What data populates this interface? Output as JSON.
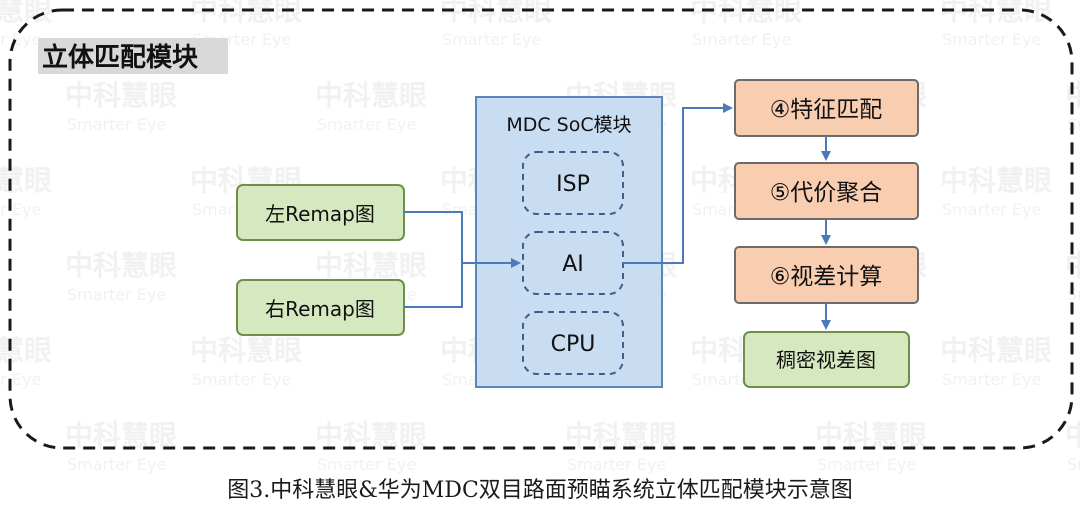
{
  "module_title": "立体匹配模块",
  "soc": {
    "title": "MDC SoC模块",
    "units": [
      "ISP",
      "AI",
      "CPU"
    ]
  },
  "inputs": [
    "左Remap图",
    "右Remap图"
  ],
  "steps": [
    "④特征匹配",
    "⑤代价聚合",
    "⑥视差计算"
  ],
  "output": "稠密视差图",
  "watermark": {
    "cn": "中科慧眼",
    "en": "Smarter Eye"
  },
  "caption": "图3.中科慧眼&华为MDC双目路面预瞄系统立体匹配模块示意图",
  "colors": {
    "green_fill": "#d6e8bf",
    "green_stroke": "#6e8f4b",
    "blue_fill": "#c9ddf2",
    "blue_stroke": "#5b86b8",
    "orange_fill": "#f9cdb0",
    "orange_stroke": "#6b6b6b",
    "arrow": "#4a7ab8"
  }
}
